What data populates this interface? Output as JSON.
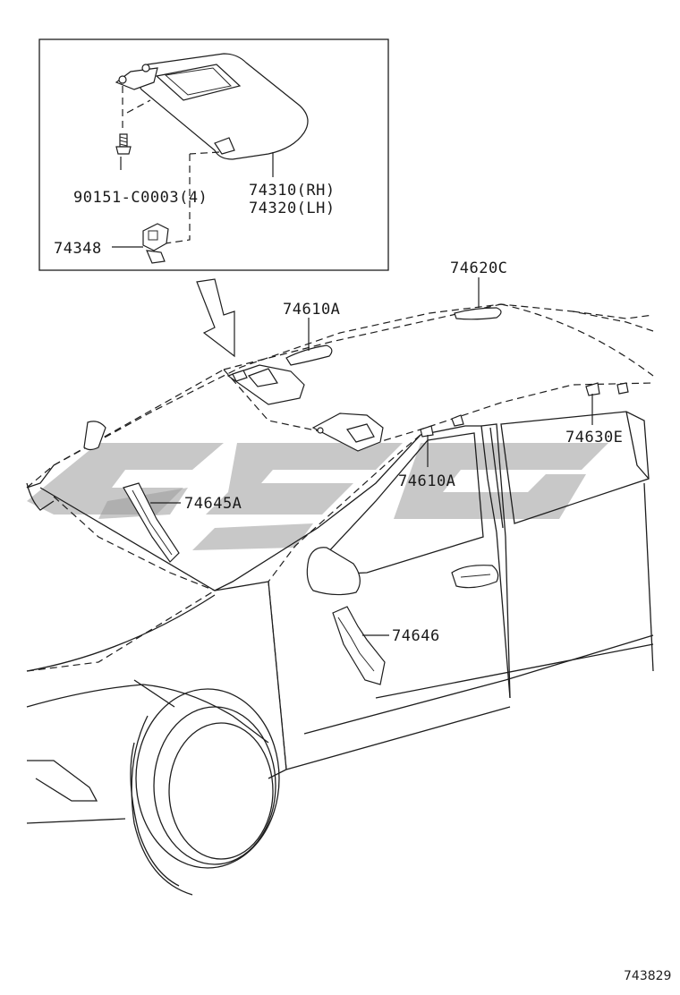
{
  "labels": {
    "screw": "90151-C0003(4)",
    "visor_rh": "74310(RH)",
    "visor_lh": "74320(LH)",
    "holder": "74348",
    "grip_rear": "74620C",
    "grip_front": "74610A",
    "grip_side": "74610A",
    "grip_e": "74630E",
    "a_pillar": "74645A",
    "door_part": "74646"
  },
  "diagram_id": "743829",
  "watermark": "GSG"
}
